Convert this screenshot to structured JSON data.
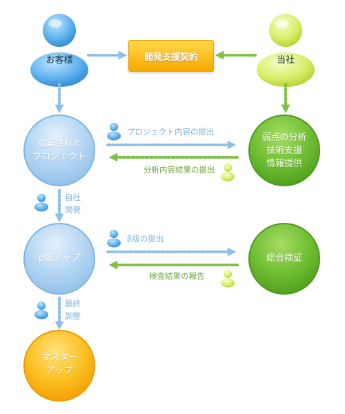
{
  "actors": {
    "client": "お客様",
    "company": "当社"
  },
  "contract": "開発支援契約",
  "nodes": {
    "project": [
      "立案された",
      "プロジェクト"
    ],
    "analysis": [
      "弱点の分析",
      "技術支援",
      "情報提供"
    ],
    "beta": "β版アップ",
    "verify": "総合検証",
    "master": [
      "マスター",
      "アップ"
    ]
  },
  "edges": {
    "project_submit": "プロジェクト内容の提出",
    "analysis_return": "分析内容結果の提出",
    "beta_submit": "β版の提出",
    "inspection_return": "検査結果の報告"
  },
  "steps": {
    "in_house_dev": [
      "自社",
      "開発"
    ],
    "final_adjust": [
      "最終",
      "調整"
    ]
  },
  "colors": {
    "blue_node": "#a9cdee",
    "blue_border": "#7fb5e0",
    "green_node": "#6dbd2f",
    "green_border": "#4f9a1c",
    "orange_node": "#fbb512",
    "blue_arrow": "#8dbfe8",
    "green_arrow": "#7cc142",
    "contract_fill": "#fbc21c"
  }
}
